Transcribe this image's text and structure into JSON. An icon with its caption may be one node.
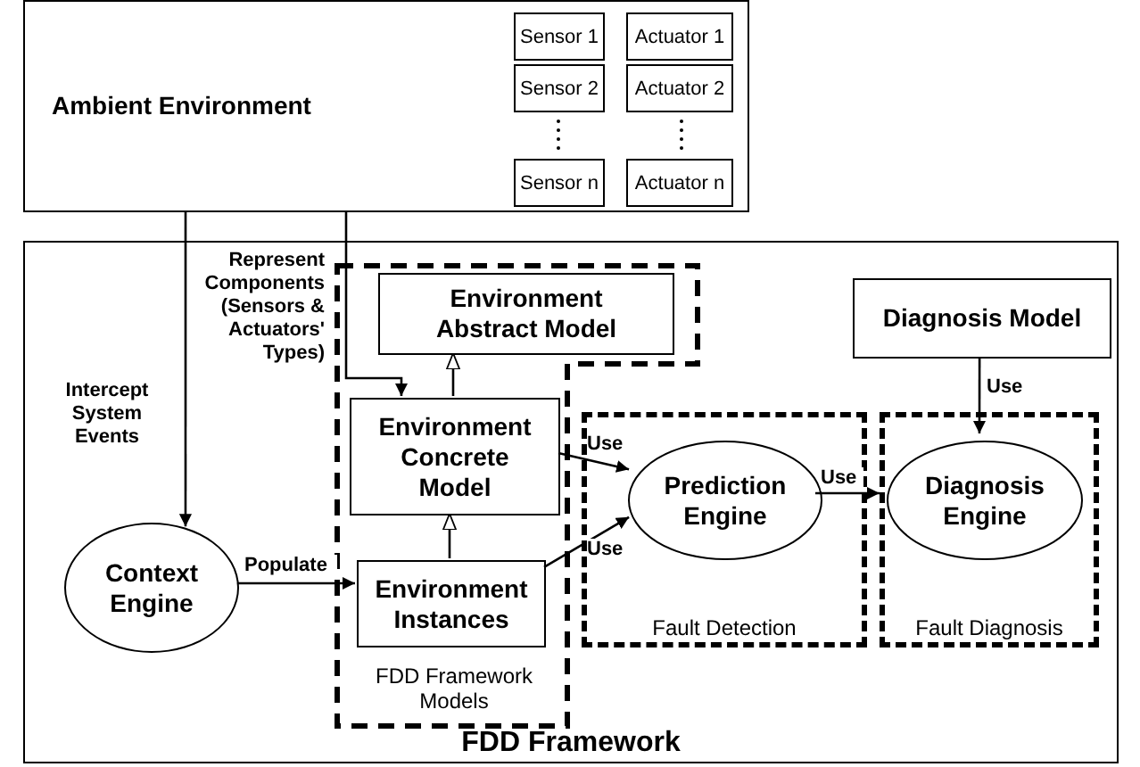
{
  "diagram": {
    "nodes": [
      {
        "text": [
          "Ambient Environment"
        ]
      },
      {
        "text": [
          "Sensor 1"
        ],
        "in": 0
      },
      {
        "text": [
          "Actuator 1"
        ],
        "in": 0
      },
      {
        "text": [
          "Sensor 2"
        ],
        "in": 0
      },
      {
        "text": [
          "Actuator 2"
        ],
        "in": 0
      },
      {
        "text": [
          "Sensor n"
        ],
        "in": 0
      },
      {
        "text": [
          "Actuator n"
        ],
        "in": 0
      },
      {
        "text": [
          "FDD Framework"
        ]
      },
      {
        "text": [
          "FDD Framework Models"
        ],
        "in": 7
      },
      {
        "text": [
          "Environment Abstract Model"
        ],
        "in": 8
      },
      {
        "text": [
          "Environment Concrete Model"
        ],
        "in": 8
      },
      {
        "text": [
          "Environment Instances"
        ],
        "in": 8
      },
      {
        "text": [
          "Context Engine"
        ],
        "in": 7
      },
      {
        "text": [
          "Fault Detection"
        ],
        "in": 7
      },
      {
        "text": [
          "Prediction Engine"
        ],
        "in": 13
      },
      {
        "text": [
          "Fault Diagnosis"
        ],
        "in": 7
      },
      {
        "text": [
          "Diagnosis Engine"
        ],
        "in": 15
      },
      {
        "text": [
          "Diagnosis Model"
        ],
        "in": 7
      }
    ],
    "edges": [
      {
        "from": 0,
        "to": 12,
        "arrow": "to",
        "label": "Intercept System Events"
      },
      {
        "from": 0,
        "to": 10,
        "arrow": "to",
        "label": "Represent Components (Sensors & Actuators' Types)"
      },
      {
        "from": 12,
        "to": 11,
        "arrow": "to",
        "label": "Populate"
      },
      {
        "from": 10,
        "to": 9,
        "arrow": "to"
      },
      {
        "from": 11,
        "to": 10,
        "arrow": "to"
      },
      {
        "from": 10,
        "to": 14,
        "arrow": "to",
        "label": "Use"
      },
      {
        "from": 11,
        "to": 14,
        "arrow": "to",
        "label": "Use"
      },
      {
        "from": 14,
        "to": 16,
        "arrow": "to",
        "label": "Use"
      },
      {
        "from": 17,
        "to": 16,
        "arrow": "to",
        "label": "Use"
      }
    ]
  }
}
